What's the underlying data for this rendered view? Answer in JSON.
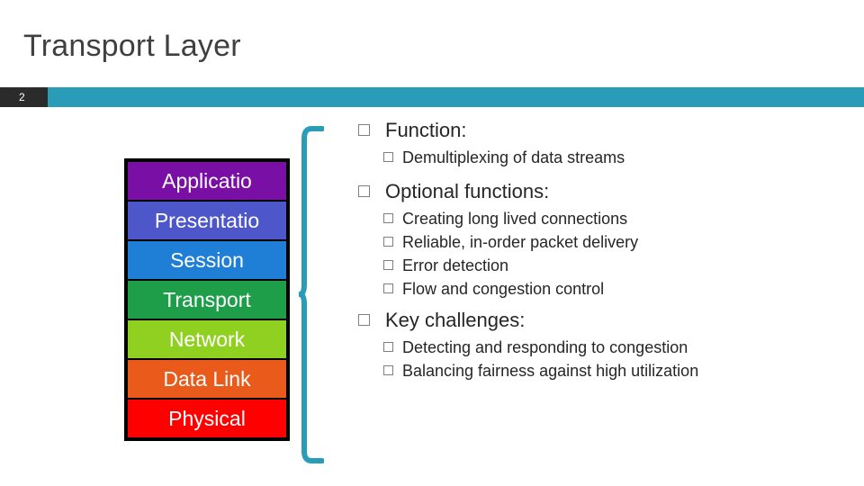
{
  "slide": {
    "title": "Transport Layer",
    "number": "2",
    "band_color": "#2b9cb8",
    "number_box_color": "#2b2b2b"
  },
  "osi_stack": {
    "border_color": "#000000",
    "layers": [
      {
        "label": "Applicatio",
        "color": "#7a0fa6"
      },
      {
        "label": "Presentatio",
        "color": "#4e57c9"
      },
      {
        "label": "Session",
        "color": "#1f7fd6"
      },
      {
        "label": "Transport",
        "color": "#1f9e4a"
      },
      {
        "label": "Network",
        "color": "#8fd021"
      },
      {
        "label": "Data Link",
        "color": "#ea5b1b"
      },
      {
        "label": "Physical",
        "color": "#ff0000"
      }
    ]
  },
  "brace": {
    "color": "#2b9cb8",
    "name": "transport-layer-brace"
  },
  "bullets": [
    {
      "level1": "Function:",
      "children": [
        "Demultiplexing of data streams"
      ]
    },
    {
      "level1": "Optional functions:",
      "children": [
        "Creating long lived connections",
        "Reliable, in-order packet delivery",
        "Error detection",
        "Flow and congestion control"
      ]
    },
    {
      "level1": "Key challenges:",
      "children": [
        "Detecting and responding to congestion",
        "Balancing fairness against high utilization"
      ]
    }
  ]
}
